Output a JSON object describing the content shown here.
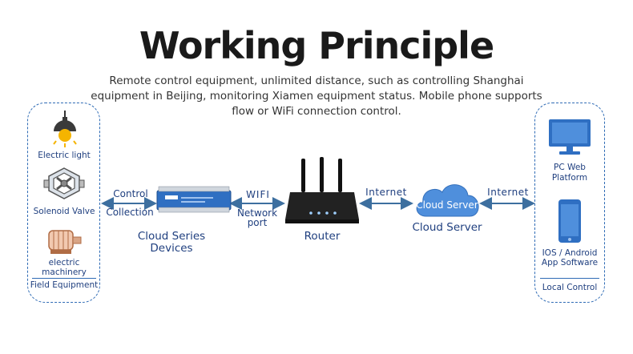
{
  "title": "Working Principle",
  "subtitle": "Remote control equipment, unlimited distance, such as controlling Shanghai equipment in Beijing, monitoring Xiamen equipment status. Mobile phone supports flow or WiFi connection control.",
  "field_panel": {
    "items": [
      "Electric light",
      "Solenoid Valve",
      "electric machinery"
    ],
    "footer": "Field Equipment"
  },
  "links": {
    "control": "Control",
    "collection": "Collection",
    "wifi": "WIFI",
    "network": "Network",
    "port": "port",
    "internet_left": "Internet",
    "internet_right": "Internet"
  },
  "devices": {
    "line1": "Cloud Series",
    "line2": "Devices"
  },
  "router": {
    "label": "Router"
  },
  "cloud": {
    "inner": "Cloud Server",
    "label": "Cloud Server"
  },
  "local_panel": {
    "pc_line1": "PC Web",
    "pc_line2": "Platform",
    "app_line1": "IOS / Android",
    "app_line2": "App Software",
    "footer": "Local Control"
  },
  "colors": {
    "accent": "#2f6bb5",
    "text": "#1f3f7f",
    "arrow": "#3d6f9f",
    "lamp": "#f5b400"
  }
}
